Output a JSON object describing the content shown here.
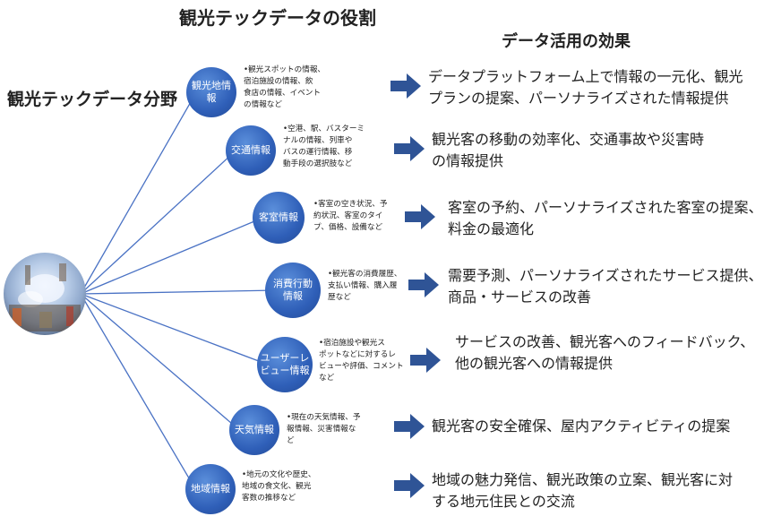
{
  "titles": {
    "main": "観光テックデータの役割",
    "effects": "データ活用の効果",
    "field": "観光テックデータ分野"
  },
  "colors": {
    "bubble": "#2f5fb8",
    "arrow": "#2f5496",
    "line": "#4a72c4"
  },
  "rows": [
    {
      "category": "観光地情\n報",
      "desc": "•観光スポットの情報、\n宿泊施設の情報、飲\n食店の情報、イベント\nの情報など",
      "effect": "データプラットフォーム上で情報の一元化、観光\nプランの提案、パーソナライズされた情報提供"
    },
    {
      "category": "交通情報",
      "desc": "•空港、駅、バスターミ\nナルの情報、列車や\nバスの運行情報、移\n動手段の選択肢など",
      "effect": "観光客の移動の効率化、交通事故や災害時\nの情報提供"
    },
    {
      "category": "客室情報",
      "desc": "•客室の空き状況、予\n約状況、客室のタイ\nプ、価格、設備など",
      "effect": "客室の予約、パーソナライズされた客室の提案、\n料金の最適化"
    },
    {
      "category": "消費行動\n情報",
      "desc": "•観光客の消費履歴、\n支払い情報、購入履\n歴など",
      "effect": "需要予測、パーソナライズされたサービス提供、\n商品・サービスの改善"
    },
    {
      "category": "ユーザーレ\nビュー情報",
      "desc": "•宿泊施設や観光ス\nポットなどに対するレ\nビューや評価、コメント\nなど",
      "effect": "サービスの改善、観光客へのフィードバック、\n他の観光客への情報提供"
    },
    {
      "category": "天気情報",
      "desc": "•現在の天気情報、予\n報情報、災害情報な\nど",
      "effect": "観光客の安全確保、屋内アクティビティの提案"
    },
    {
      "category": "地域情報",
      "desc": "•地元の文化や歴史、\n地域の食文化、観光\n客数の推移など",
      "effect": "地域の魅力発信、観光政策の立案、観光客に対\nする地元住民との交流"
    }
  ]
}
